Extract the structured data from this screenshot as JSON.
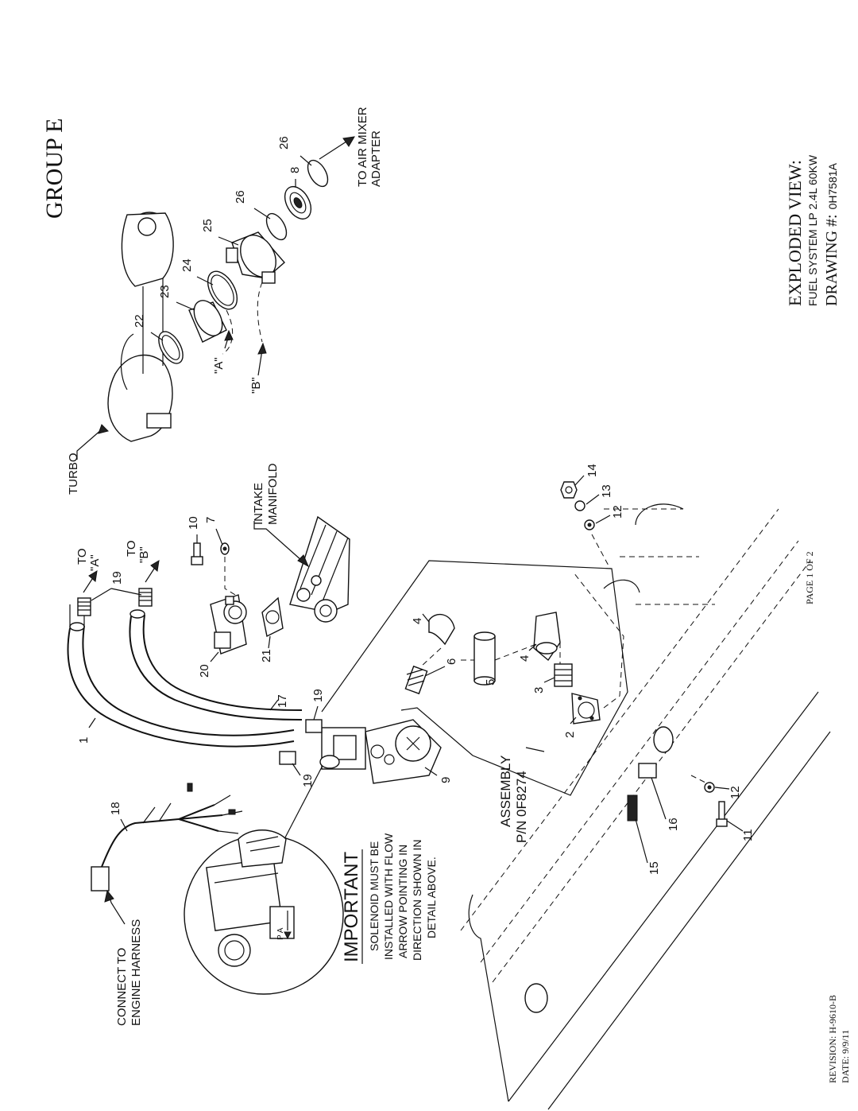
{
  "header": {
    "group_title": "GROUP E",
    "view_title": "EXPLODED VIEW:",
    "subtitle": "FUEL SYSTEM LP 2.4L 60KW",
    "drawing_label": "DRAWING #:",
    "drawing_number": "0H7581A"
  },
  "footer": {
    "page": "PAGE 1 OF 2",
    "revision": "REVISION: H-9610-B",
    "date": "DATE: 9/9/11"
  },
  "labels": {
    "to_air_mixer": "TO AIR MIXER",
    "adapter": "ADAPTER",
    "turbo": "TURBO",
    "intake": "INTAKE",
    "manifold": "MANIFOLD",
    "to_a_1": "TO",
    "to_a_2": "\"A\"",
    "to_b_1": "TO",
    "to_b_2": "\"B\"",
    "ref_a": "\"A\"",
    "ref_b": "\"B\"",
    "assembly": "ASSEMBLY",
    "part_number": "P/N 0F8274",
    "connect_to": "CONNECT TO",
    "engine_harness": "ENGINE HARNESS",
    "important": "IMPORTANT",
    "note_lines": [
      "SOLENOID MUST BE",
      "INSTALLED WITH FLOW",
      "ARROW POINTING IN",
      "DIRECTION SHOWN IN",
      "DETAIL ABOVE."
    ],
    "detail_marks": "P  A"
  },
  "callouts": {
    "n1": "1",
    "n2": "2",
    "n3": "3",
    "n4a": "4",
    "n4b": "4",
    "n5": "5",
    "n6": "6",
    "n7": "7",
    "n8": "8",
    "n9": "9",
    "n10": "10",
    "n11": "11",
    "n12a": "12",
    "n12b": "12",
    "n13": "13",
    "n14": "14",
    "n15": "15",
    "n16": "16",
    "n17": "17",
    "n18": "18",
    "n19a": "19",
    "n19b": "19",
    "n19c": "19",
    "n20": "20",
    "n21": "21",
    "n22": "22",
    "n23": "23",
    "n24": "24",
    "n25": "25",
    "n26a": "26",
    "n26b": "26"
  }
}
